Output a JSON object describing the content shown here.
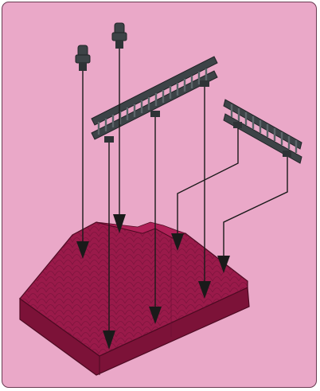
{
  "page": {
    "background_color": "#eaa8c8",
    "border_color": "#6a3a52"
  },
  "illustration": {
    "roof": {
      "color_top": "#9a1a4a",
      "color_front": "#7c1238",
      "color_side": "#8a1540",
      "scale_pattern": "roof-tile-shingles"
    },
    "fence_color": "#3d4347",
    "fence_highlight": "#5c6469",
    "figure_color": "#3d4347",
    "arrow_color": "#1a1a1a",
    "parts": [
      "minifigure-accessory-left",
      "minifigure-accessory-right",
      "fence-long",
      "fence-short",
      "roof-slope"
    ]
  }
}
